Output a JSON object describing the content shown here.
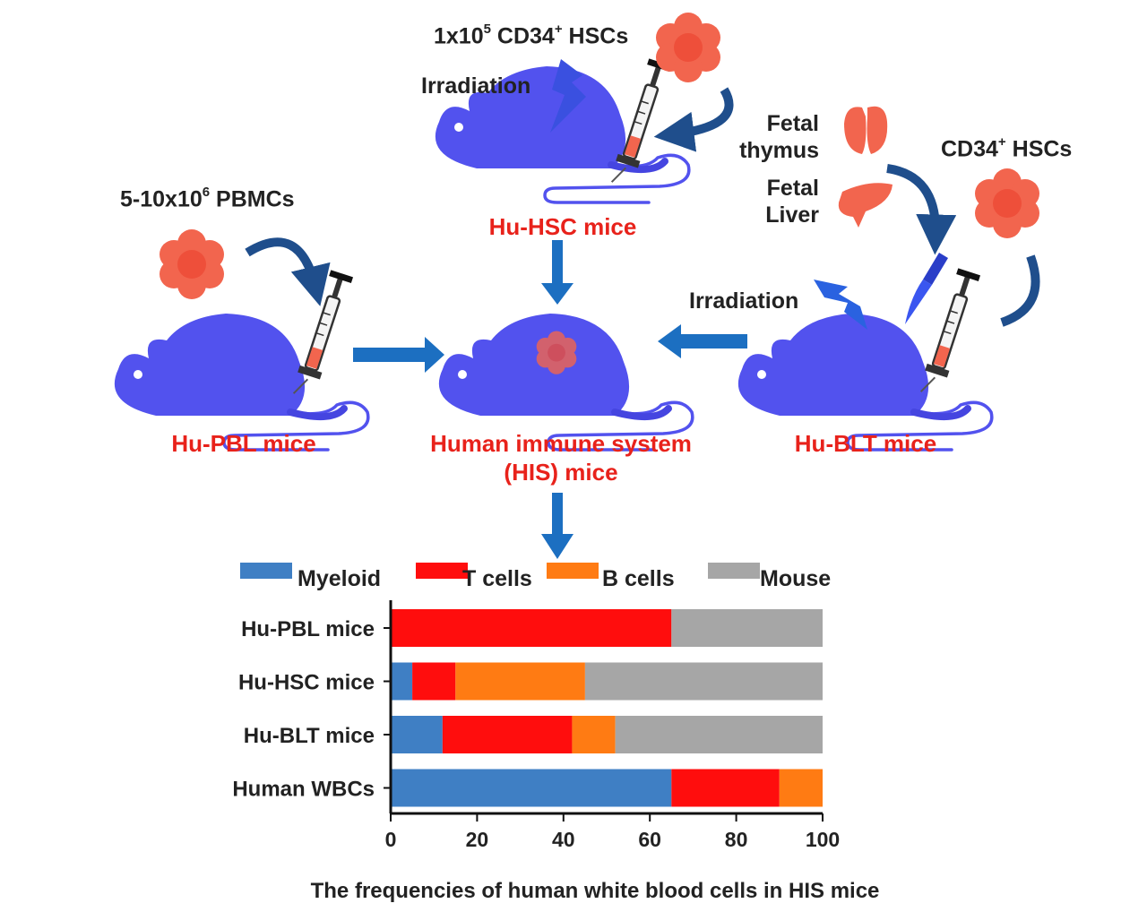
{
  "labels": {
    "hsc_dose": {
      "main": "1x10",
      "exp": "5",
      "rest1": " CD34",
      "plus": "+",
      "rest2": " HSCs"
    },
    "irradiation_top": "Irradiation",
    "pbmc_dose": {
      "main": "5-10x10",
      "exp": "6",
      "rest": " PBMCs"
    },
    "fetal_thymus": [
      "Fetal",
      "thymus"
    ],
    "fetal_liver": [
      "Fetal",
      "Liver"
    ],
    "blt_hsc": {
      "main": "CD34",
      "plus": "+",
      "rest": " HSCs"
    },
    "irradiation_right": "Irradiation",
    "hu_hsc": "Hu-HSC mice",
    "hu_pbl": "Hu-PBL mice",
    "his": [
      "Human immune system",
      "(HIS) mice"
    ],
    "hu_blt": "Hu-BLT mice"
  },
  "colors": {
    "mouse": "#5252ee",
    "cells": "#f2654e",
    "arrow": "#1c6fc1",
    "curve_arrow": "#1f4e8c",
    "label_red": "#e8221b",
    "myeloid": "#3f7fc4",
    "t_cells": "#ff0d0d",
    "b_cells": "#ff7b13",
    "mouse_cells": "#a6a6a6"
  },
  "chart_data": {
    "type": "bar",
    "orientation": "horizontal",
    "stacked": true,
    "title": "The frequencies of human white blood cells in HIS mice",
    "xlabel": "",
    "ylabel": "",
    "xlim": [
      0,
      100
    ],
    "xticks": [
      0,
      20,
      40,
      60,
      80,
      100
    ],
    "grid": false,
    "legend_position": "top",
    "categories": [
      "Hu-PBL mice",
      "Hu-HSC mice",
      "Hu-BLT mice",
      "Human WBCs"
    ],
    "series": [
      {
        "name": "Myeloid",
        "color": "#3f7fc4",
        "values": [
          0,
          5,
          12,
          65
        ]
      },
      {
        "name": "T cells",
        "color": "#ff0d0d",
        "values": [
          65,
          10,
          30,
          25
        ]
      },
      {
        "name": "B cells",
        "color": "#ff7b13",
        "values": [
          0,
          30,
          10,
          10
        ]
      },
      {
        "name": "Mouse",
        "color": "#a6a6a6",
        "values": [
          35,
          55,
          48,
          0
        ]
      }
    ]
  }
}
